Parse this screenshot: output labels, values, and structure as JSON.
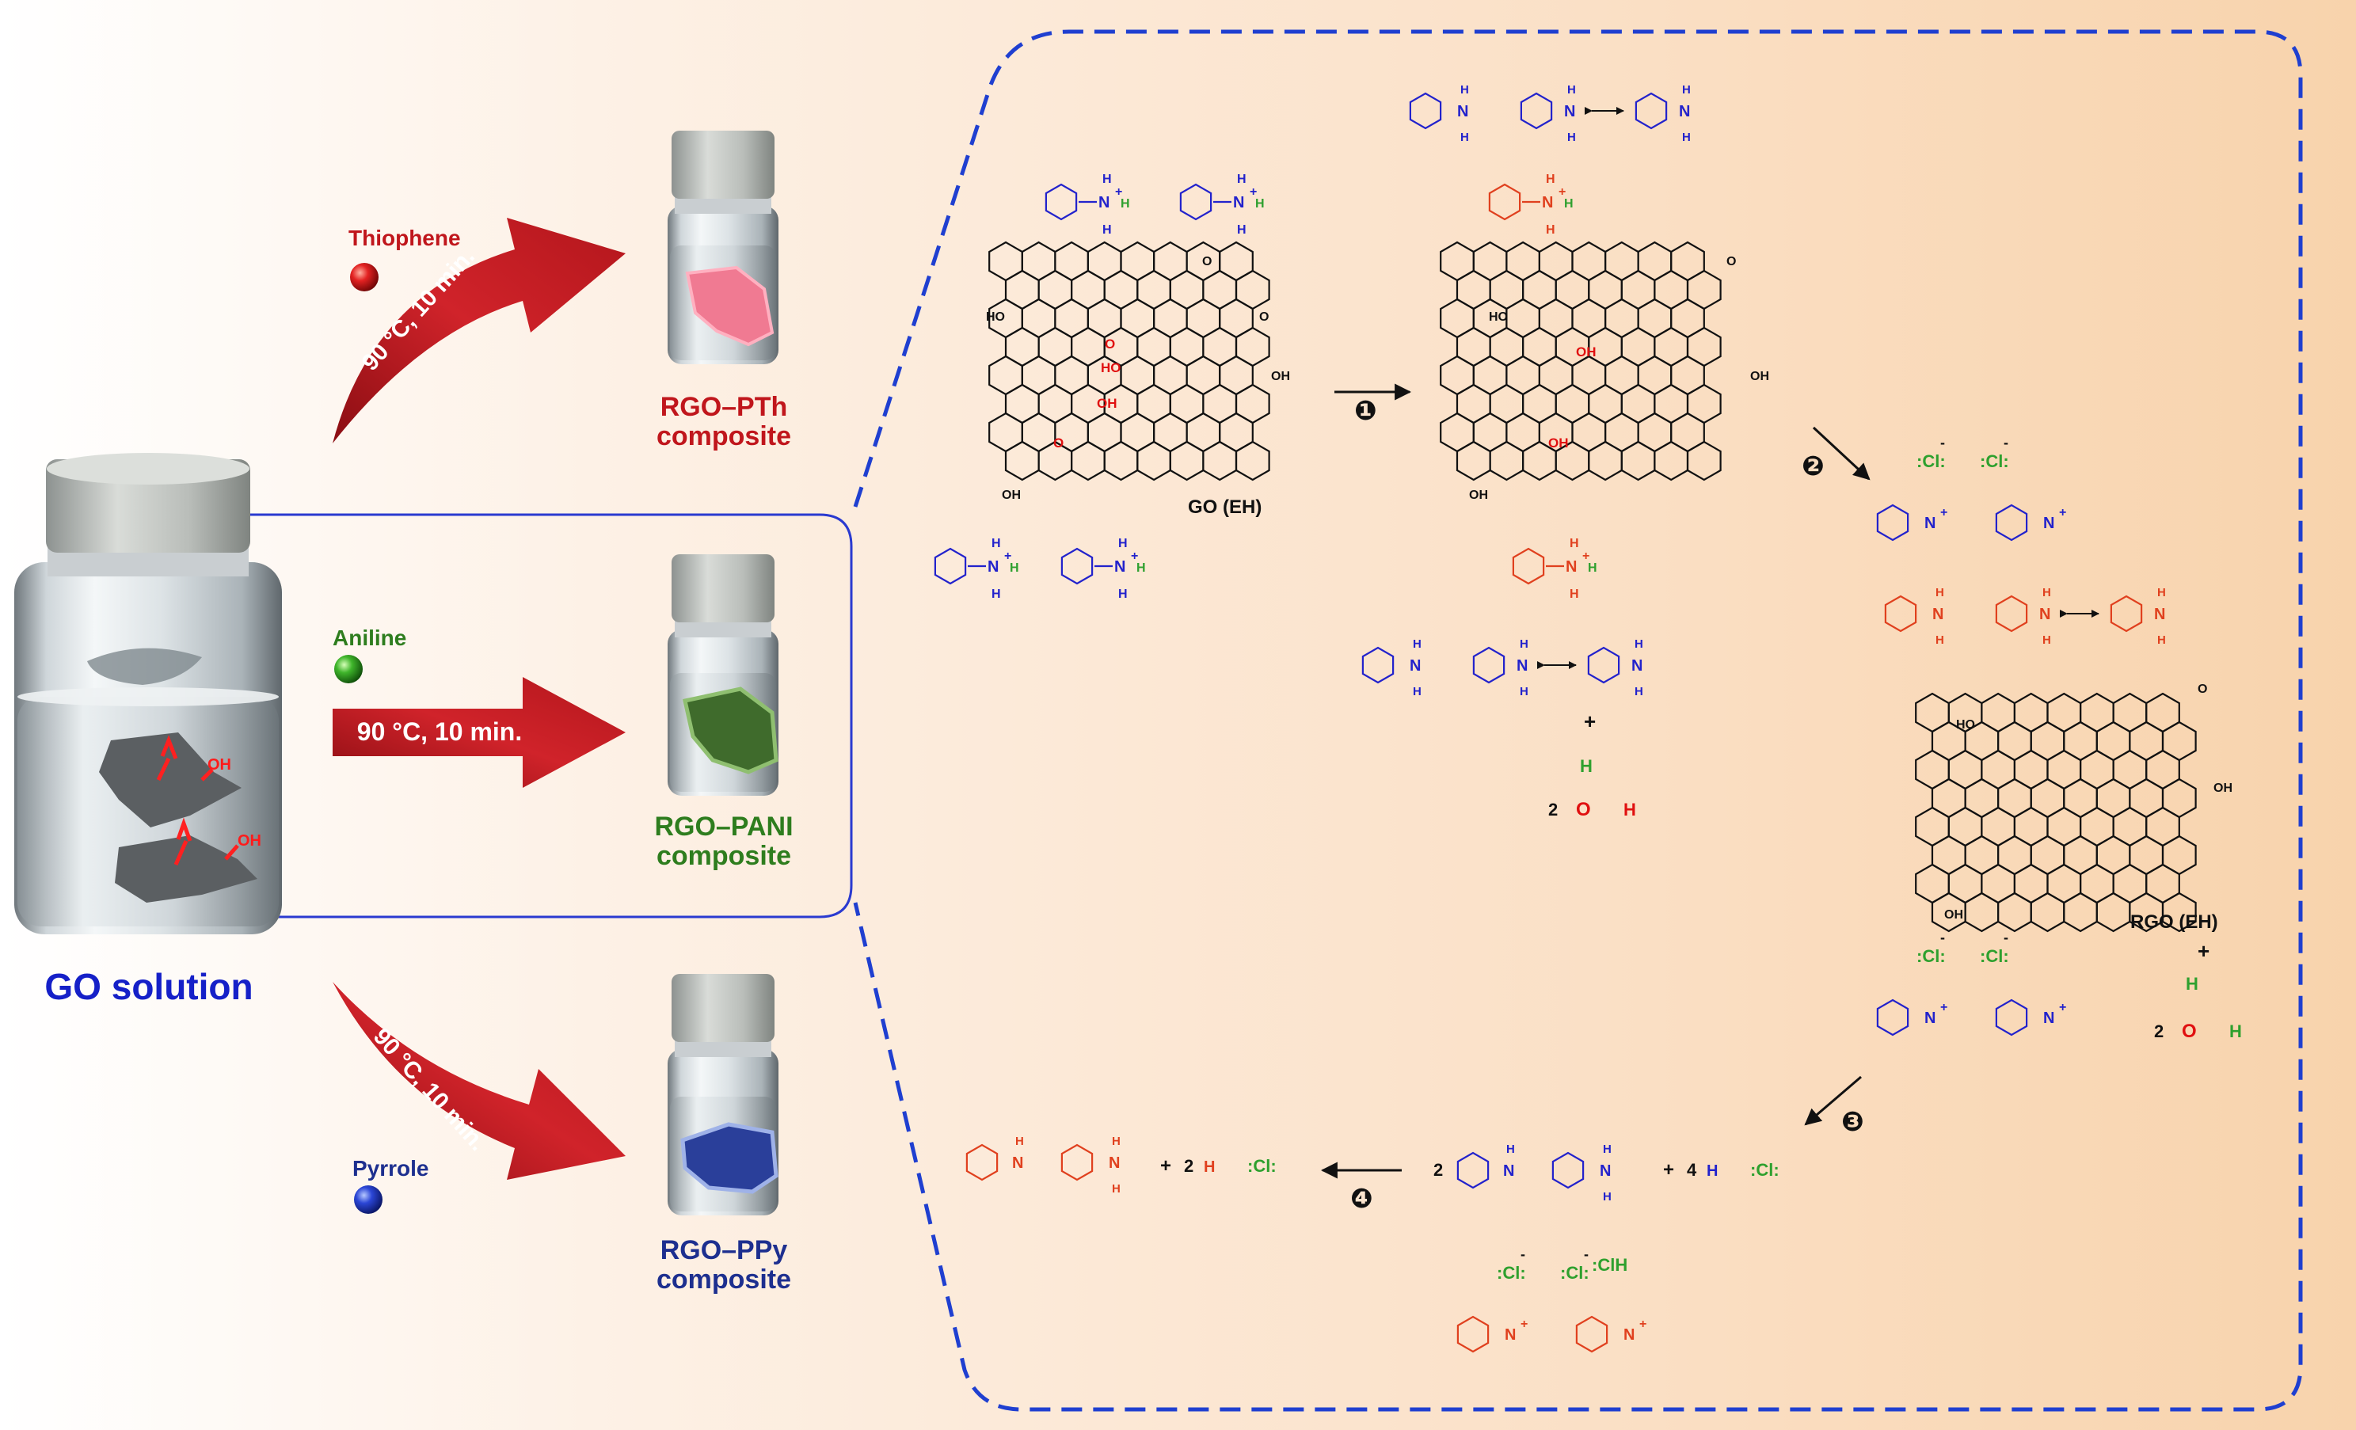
{
  "source": {
    "label": "GO solution",
    "oh_labels": [
      "OH",
      "OH"
    ]
  },
  "routes": [
    {
      "monomer": "Thiophene",
      "condition": "90 °C, 10 min.",
      "product_line1": "RGO–PTh",
      "product_line2": "composite",
      "color": "#c0161c",
      "film": "#f07a92"
    },
    {
      "monomer": "Aniline",
      "condition": "90 °C, 10 min.",
      "product_line1": "RGO–PANI",
      "product_line2": "composite",
      "color": "#2e7d1e",
      "film": "#3f6b2c"
    },
    {
      "monomer": "Pyrrole",
      "condition": "90 °C, 10 min.",
      "product_line1": "RGO–PPy",
      "product_line2": "composite",
      "color": "#1d2f8f",
      "film": "#2a3f9a"
    }
  ],
  "mechanism": {
    "go_label": "GO (EH)",
    "rgo_label": "RGO (EH)",
    "steps": [
      "❶",
      "❷",
      "❸",
      "❹"
    ],
    "groups": {
      "ho": "HO",
      "oh": "OH",
      "o": "O",
      "n": "N",
      "h": "H",
      "cl": ":Cl:",
      "clh": ":ClH",
      "plus": "+",
      "minus": "-",
      "dots": "••"
    },
    "coefficients": {
      "two": "2",
      "four": "4"
    },
    "water": "O",
    "colors": {
      "blue": "#2222cc",
      "orange": "#e0401e",
      "green": "#2ea02e",
      "red": "#e01010",
      "black": "#111111",
      "dash": "#1f3fd0"
    }
  }
}
